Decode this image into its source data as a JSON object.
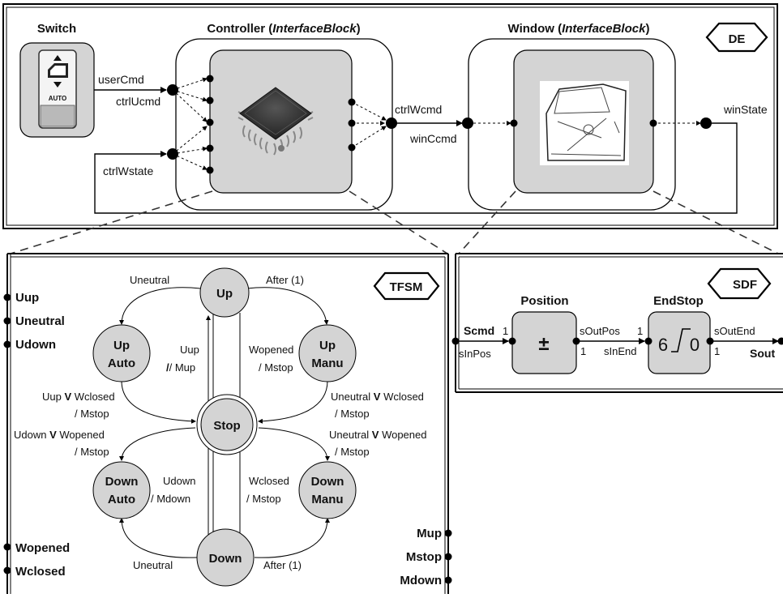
{
  "de": {
    "tag": "DE",
    "switch_title": "Switch",
    "switch_auto": "AUTO",
    "controller_title": "Controller (",
    "controller_title_italic": "InterfaceBlock",
    "controller_title_end": ")",
    "window_title": "Window (",
    "window_title_italic": "InterfaceBlock",
    "window_title_end": ")",
    "labels": {
      "userCmd": "userCmd",
      "ctrlUcmd": "ctrlUcmd",
      "ctrlWstate": "ctrlWstate",
      "ctrlWcmd": "ctrlWcmd",
      "winCcmd": "winCcmd",
      "winState": "winState"
    }
  },
  "tfsm": {
    "tag": "TFSM",
    "inputs": [
      "Uup",
      "Uneutral",
      "Udown",
      "Wopened",
      "Wclosed"
    ],
    "outputs": [
      "Mup",
      "Mstop",
      "Mdown"
    ],
    "states": {
      "up": "Up",
      "up_auto_1": "Up",
      "up_auto_2": "Auto",
      "up_manu_1": "Up",
      "up_manu_2": "Manu",
      "stop": "Stop",
      "down_auto_1": "Down",
      "down_auto_2": "Auto",
      "down_manu_1": "Down",
      "down_manu_2": "Manu",
      "down": "Down"
    },
    "transitions": {
      "t_uneutral_top": "Uneutral",
      "t_after_top": "After (1)",
      "t_uup": "Uup",
      "t_mup": "/ Mup",
      "t_wopened": "Wopened",
      "t_mstop_a": "/ Mstop",
      "t_uup_wclosed_1": "Uup",
      "t_uup_wclosed_v": "V",
      "t_uup_wclosed_2": "Wclosed",
      "t_mstop_b": "/ Mstop",
      "t_uneutral_wclosed_1": "Uneutral",
      "t_uneutral_wclosed_v": "V",
      "t_uneutral_wclosed_2": "Wclosed",
      "t_mstop_c": "/ Mstop",
      "t_udown_wopened_1": "Udown",
      "t_udown_wopened_v": "V",
      "t_udown_wopened_2": "Wopened",
      "t_mstop_d": "/ Mstop",
      "t_uneutral_wopened_1": "Uneutral",
      "t_uneutral_wopened_v": "V",
      "t_uneutral_wopened_2": "Wopened",
      "t_mstop_e": "/ Mstop",
      "t_udown": "Udown",
      "t_mdown": "/ Mdown",
      "t_wclosed": "Wclosed",
      "t_mstop_f": "/ Mstop",
      "t_uneutral_bottom": "Uneutral",
      "t_after_bottom": "After (1)"
    }
  },
  "sdf": {
    "tag": "SDF",
    "position_title": "Position",
    "position_symbol": "±",
    "endstop_title": "EndStop",
    "endstop_left": "6",
    "endstop_right": "0",
    "labels": {
      "scmd": "Scmd",
      "sinpos": "sInPos",
      "one_a": "1",
      "one_b": "1",
      "one_c": "1",
      "one_d": "1",
      "soutpos": "sOutPos",
      "sinend": "sInEnd",
      "soutend": "sOutEnd",
      "sout": "Sout"
    }
  },
  "colors": {
    "block_fill": "#d4d4d4",
    "line": "#000000"
  }
}
